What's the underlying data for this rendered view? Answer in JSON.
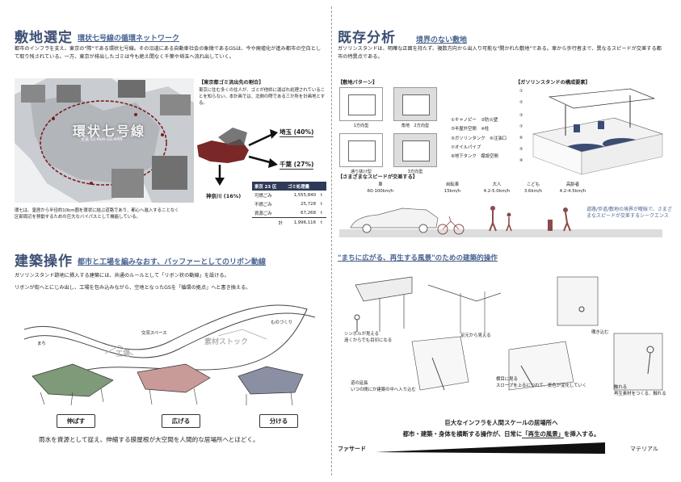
{
  "left": {
    "site": {
      "title": "敷地選定",
      "subtitle": "環状七号線の循環ネットワーク",
      "body": "都市のインフラを支え、東京の\"際\"である環状七号線。その沿道にある自動車社会の象徴であるGSは、今や廃墟化が進み都市の空白として取り残されている。一方、東京が排出したゴミは今も絶え間なく千葉や埼玉へ流れ出していく。",
      "map_label": "環状七号線",
      "map_sub": "全長 52.4km GS:44件",
      "map_caption": "環七は、皇居から半径約10km圏を環状に結ぶ道路であり、都心へ進入することなく区部周辺を移動するための巨大なバイパスとして機能している。"
    },
    "gomi": {
      "heading": "【東京都ゴミ流出先の割合】",
      "body": "東京に住む多くの住人が、ゴミが他県に運ばれ処理されていることを知らない。本計画では、北側の際である三か所を計画地とする。",
      "saitama": "埼玉 (40%)",
      "chiba": "千葉 (27%)",
      "kanagawa": "神奈川 (16%)",
      "table_head": [
        "東京 23 区",
        "ゴミ処理量"
      ],
      "rows": [
        [
          "可燃ごみ",
          "1,555,840",
          "t"
        ],
        [
          "不燃ごみ",
          "25,728",
          "t"
        ],
        [
          "資源ごみ",
          "67,268",
          "t"
        ]
      ],
      "total": [
        "計",
        "1,996,116",
        "t"
      ]
    },
    "arch": {
      "title": "建築操作",
      "subtitle": "都市と工場を編みなおす、バッファーとしてのリボン動線",
      "body1": "ガソリンスタンド跡地に挿入する建築には、共通のルールとして「リボン状の動線」を設ける。",
      "body2": "リボンが街へとにじみ出し、工場を包み込みながら、空地となったGSを「循環の拠点」へと書き換える。",
      "labels": {
        "machi": "まち",
        "koryu": "交流スペース",
        "kojo": "工場",
        "sozai": "素材ストック",
        "monozukuri": "ものづくり"
      },
      "buttons": [
        "伸ばす",
        "広げる",
        "分ける"
      ],
      "footer": "雨水を資源として捉え、伸縮する膜屋根が大空間を人間的な居場所へとほどく。"
    }
  },
  "right": {
    "exist": {
      "title": "既存分析",
      "subtitle": "境界のない敷地",
      "body": "ガソリンスタンドは、明確な正面を持たず、複数方向から出入り可能な\"開かれた敷地\"である。車から歩行者まで、異なるスピードが交差する都市の特異点である。",
      "pattern_heading": "【敷地パターン】",
      "patterns": [
        "1方向型",
        "角地　2方向型",
        "通り抜け型",
        "3方向型"
      ],
      "gs_heading": "【ガソリンスタンドの構成要素】",
      "components": [
        "①キャノピー",
        "②防火壁",
        "③半屋外空間",
        "④柱",
        "⑤ガソリンタンク",
        "⑥注油口",
        "⑦オイルパイプ",
        "⑧地下タンク　爆設空間"
      ],
      "speed_heading": "【さまざまなスピードが交差する】",
      "speeds": [
        {
          "name": "車",
          "val": "60-100km/h"
        },
        {
          "name": "自転車",
          "val": "15km/h"
        },
        {
          "name": "大人",
          "val": "4.2-5.0km/h"
        },
        {
          "name": "こども",
          "val": "3.6km/h"
        },
        {
          "name": "高齢者",
          "val": "4.2-4.5km/h"
        }
      ],
      "speed_note": "道路/歩道/敷地の境界が曖昧で、さまざまなスピードが交差するシークエンス"
    },
    "scene": {
      "title": "\"まちに広がる、再生する風景\"のための建築的操作",
      "captions": [
        "シンボルが見える\n遠くからでも目印になる",
        "足元から見える",
        "覗き込む",
        "道の延長\nいつの間にか建築の中へ入り込む",
        "横目に見る\nスロープを上るにつれて、景色が変化していく",
        "触れる\n再生素材をつくる、触れる"
      ],
      "conclusion1": "巨大なインフラを人間スケールの居場所へ",
      "conclusion2_a": "都市・建築・身体を横断する操作が、日常に",
      "conclusion2_b": "「再生の風景」",
      "conclusion2_c": "を挿入する。",
      "axis_left": "ファサード",
      "axis_right": "マテリアル"
    }
  }
}
